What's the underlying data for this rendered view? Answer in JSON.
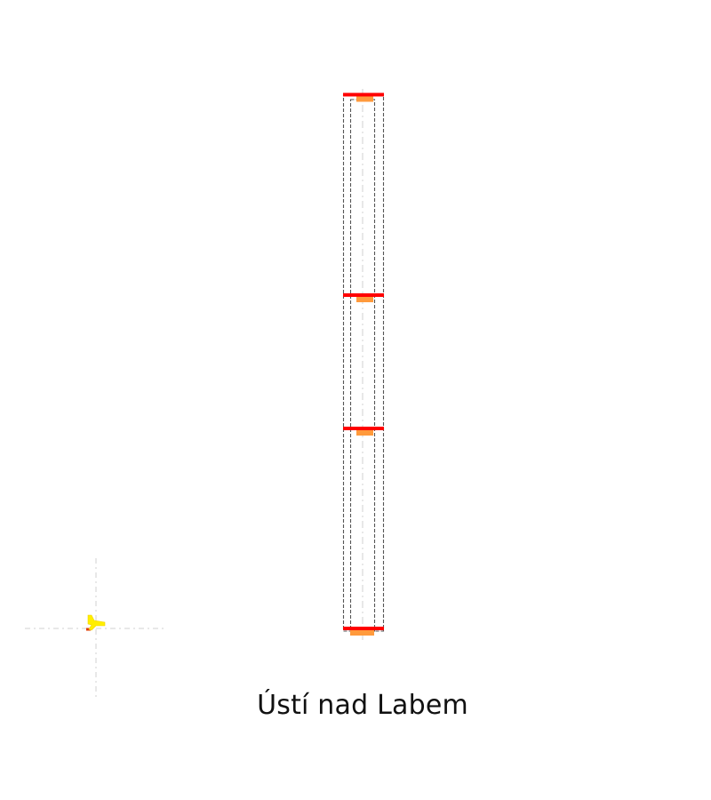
{
  "station": {
    "name": "Ústí nad Labem"
  },
  "colors": {
    "background": "#ffffff",
    "platform_outline": "#555555",
    "centerline": "#d0d0d0",
    "signal_bar": "#ff0000",
    "signal_marker": "#ff9a3c",
    "axis_guide": "#d9d9d9",
    "origin_marker": "#ffee00",
    "origin_tick": "#e03a00",
    "label_text": "#111111"
  },
  "icons": {
    "origin_marker": "yellow-pin-icon"
  },
  "diagram": {
    "signal_count": 4,
    "track_count": 1
  }
}
